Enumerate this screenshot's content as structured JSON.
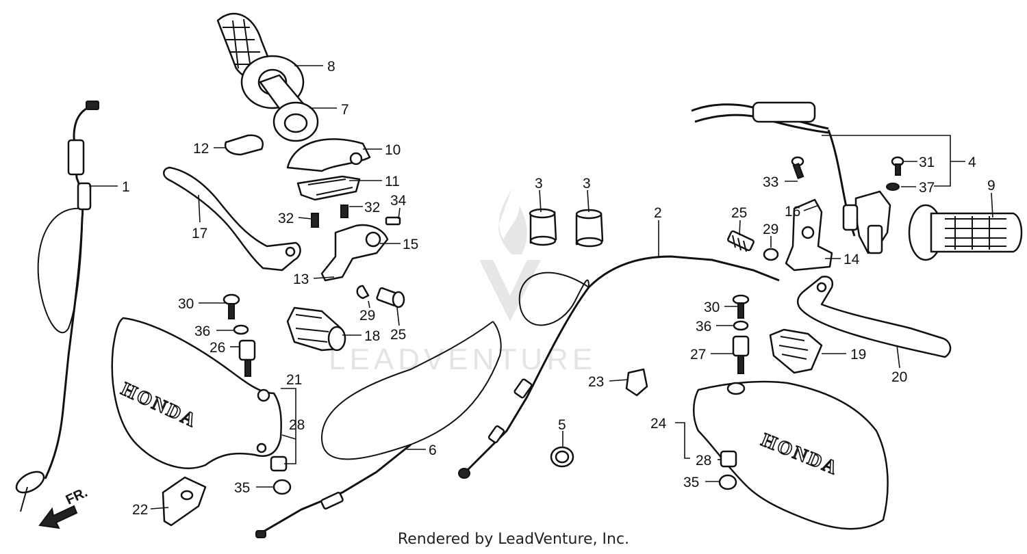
{
  "callouts": {
    "c1": "1",
    "c2": "2",
    "c3a": "3",
    "c3b": "3",
    "c4": "4",
    "c5": "5",
    "c6": "6",
    "c7": "7",
    "c8": "8",
    "c9": "9",
    "c10": "10",
    "c11": "11",
    "c12": "12",
    "c13": "13",
    "c14": "14",
    "c15": "15",
    "c16": "16",
    "c17": "17",
    "c18": "18",
    "c19": "19",
    "c20": "20",
    "c21": "21",
    "c22": "22",
    "c23": "23",
    "c24": "24",
    "c25a": "25",
    "c25b": "25",
    "c26": "26",
    "c27": "27",
    "c28a": "28",
    "c28b": "28",
    "c29a": "29",
    "c29b": "29",
    "c30a": "30",
    "c30b": "30",
    "c31": "31",
    "c32a": "32",
    "c32b": "32",
    "c33": "33",
    "c34": "34",
    "c35a": "35",
    "c35b": "35",
    "c36a": "36",
    "c36b": "36",
    "c37": "37"
  },
  "front_marker": "FR.",
  "brand_left": "HONDA",
  "brand_right": "HONDA",
  "watermark": "LEADVENTURE",
  "credit": "Rendered by LeadVenture, Inc."
}
